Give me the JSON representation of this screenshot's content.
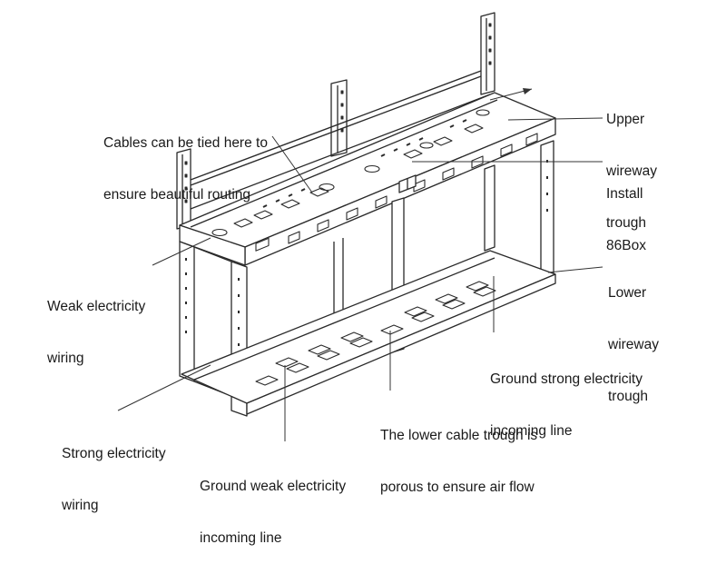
{
  "callouts": {
    "cables_tied": [
      "Cables can be tied here to",
      "ensure beautiful routing"
    ],
    "upper_trough": [
      "Upper",
      "wireway",
      "trough"
    ],
    "install_86box": [
      "Install",
      "86Box"
    ],
    "weak_wiring": [
      "Weak electricity",
      "wiring"
    ],
    "lower_trough": [
      "Lower",
      "wireway",
      "trough"
    ],
    "ground_strong": [
      "Ground strong electricity",
      "incoming line"
    ],
    "lower_porous": [
      "The lower cable trough is",
      "porous to ensure air flow"
    ],
    "strong_wiring": [
      "Strong electricity",
      "wiring"
    ],
    "ground_weak": [
      "Ground weak electricity",
      "incoming line"
    ]
  },
  "colors": {
    "linework": "#2a2a2a",
    "leader": "#333333",
    "text": "#1a1a1a",
    "background": "#ffffff"
  }
}
